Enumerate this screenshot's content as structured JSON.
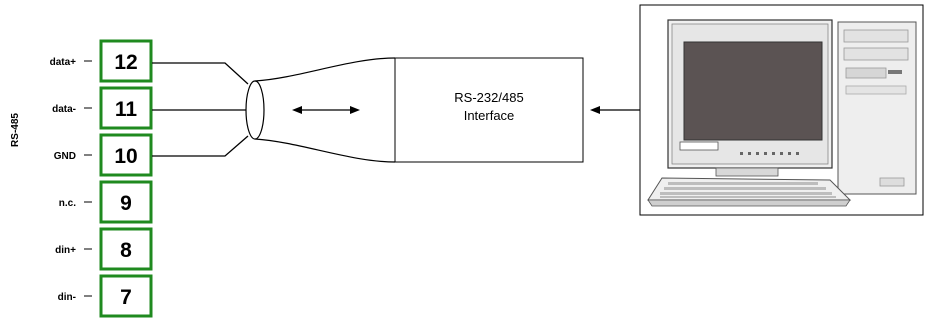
{
  "bus_label": "RS-485",
  "terminals": [
    {
      "label": "data+",
      "number": "12"
    },
    {
      "label": "data-",
      "number": "11"
    },
    {
      "label": "GND",
      "number": "10"
    },
    {
      "label": "n.c.",
      "number": "9"
    },
    {
      "label": "din+",
      "number": "8"
    },
    {
      "label": "din-",
      "number": "7"
    }
  ],
  "interface": {
    "line1": "RS-232/485",
    "line2": "Interface"
  },
  "colors": {
    "terminal_border": "#1f8a1f",
    "line": "#000000",
    "screen": "#5b5353",
    "pc_body": "#eeeeee"
  }
}
